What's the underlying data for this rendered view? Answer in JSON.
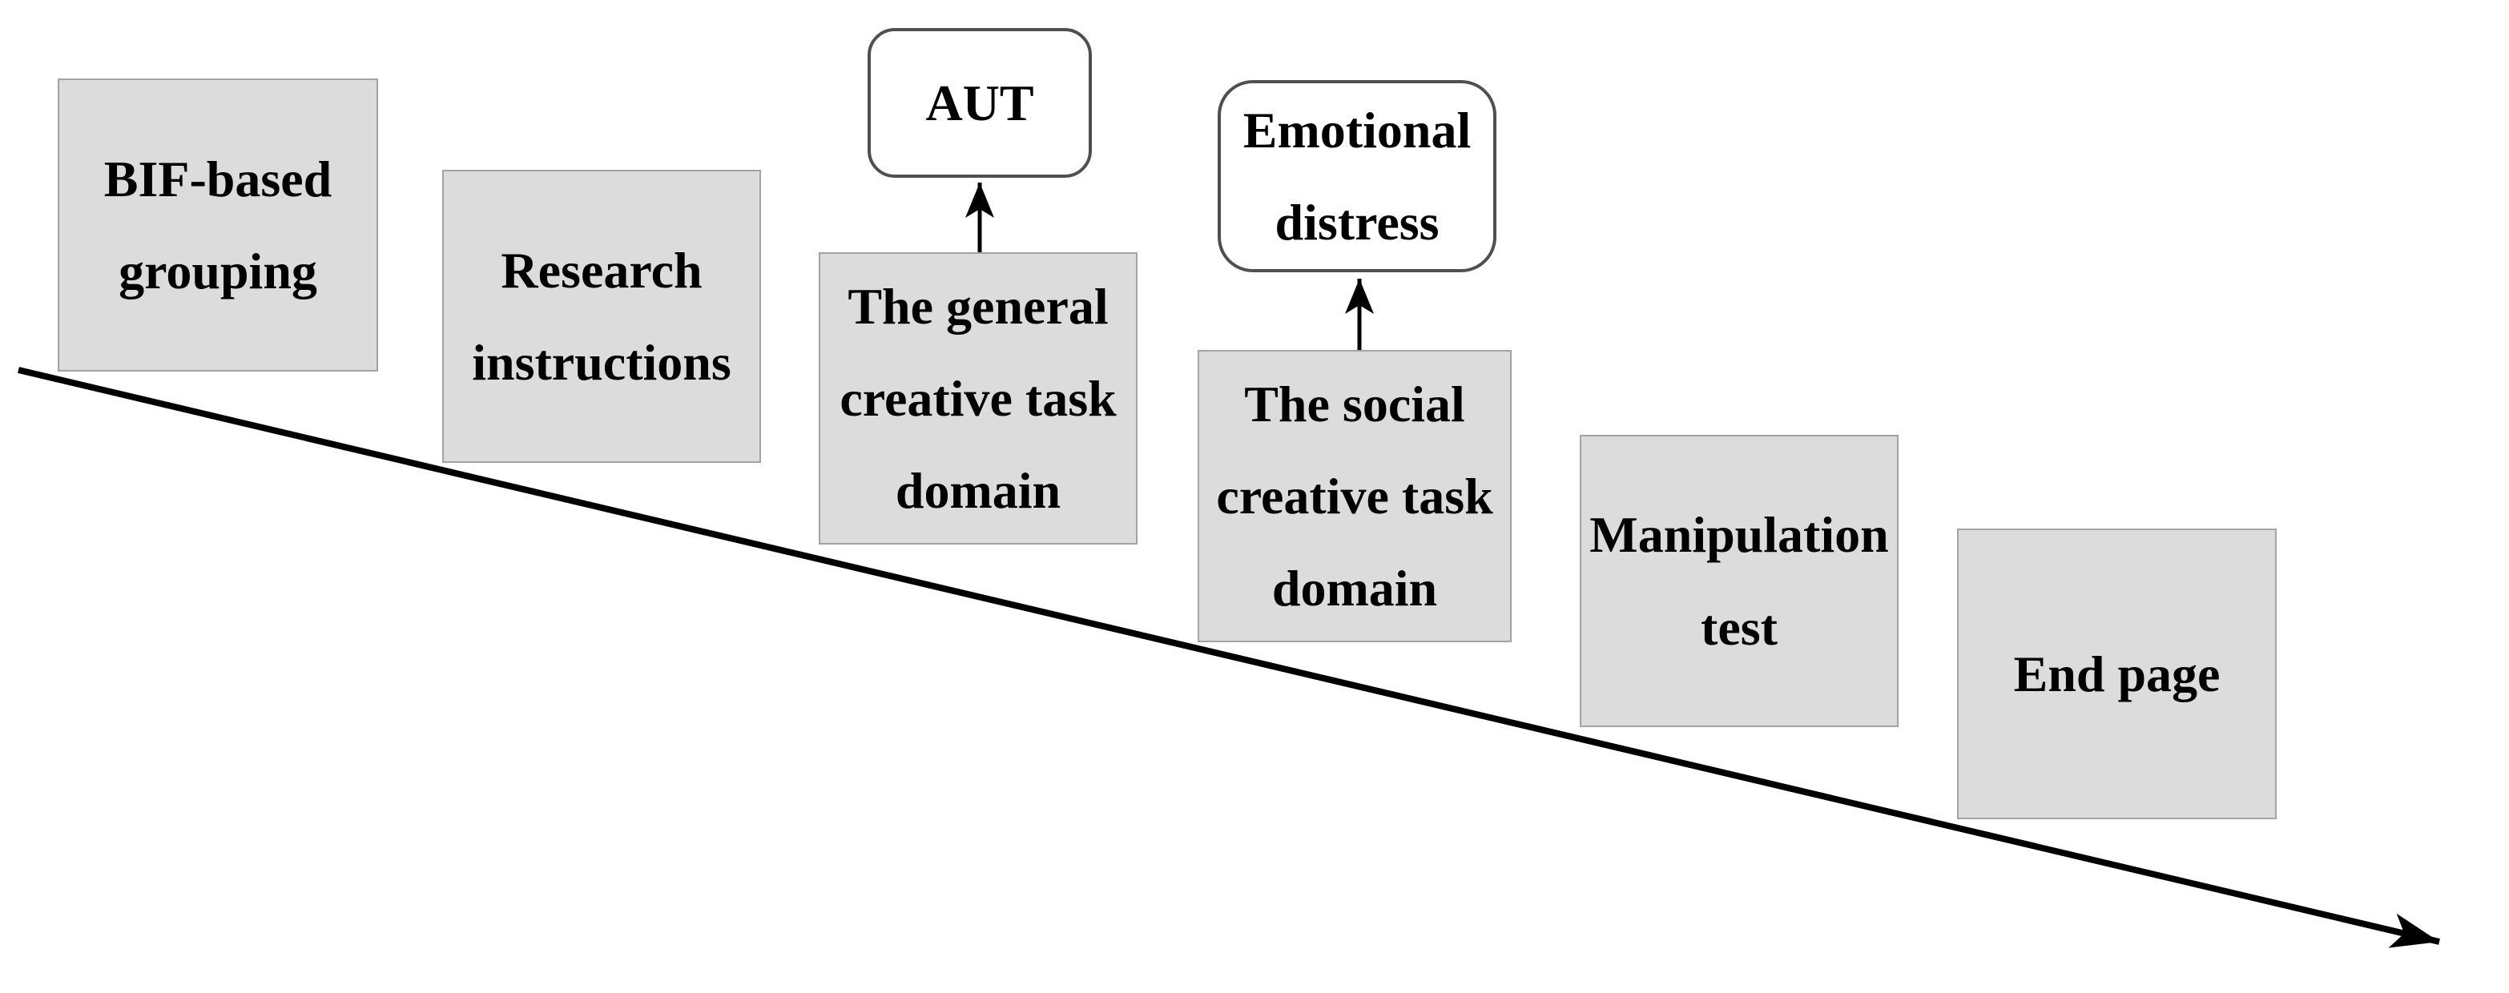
{
  "figure": {
    "background": "#ffffff",
    "steps": [
      {
        "label": "BIF-based grouping"
      },
      {
        "label": "Research instructions"
      },
      {
        "label": "The general creative task domain"
      },
      {
        "label": "The social creative task domain"
      },
      {
        "label": "Manipulation test"
      },
      {
        "label": "End page"
      }
    ],
    "measures": [
      {
        "label": "AUT",
        "points_to_step": "The general creative task domain"
      },
      {
        "label": "Emotional distress",
        "points_to_step": "The social creative task domain"
      }
    ],
    "colors": {
      "step_fill": "#dcdcdc",
      "step_border": "#a3a3a3",
      "measure_fill": "#ffffff",
      "measure_border": "#4f4f4f",
      "arrow": "#000000",
      "text": "#000000"
    }
  }
}
